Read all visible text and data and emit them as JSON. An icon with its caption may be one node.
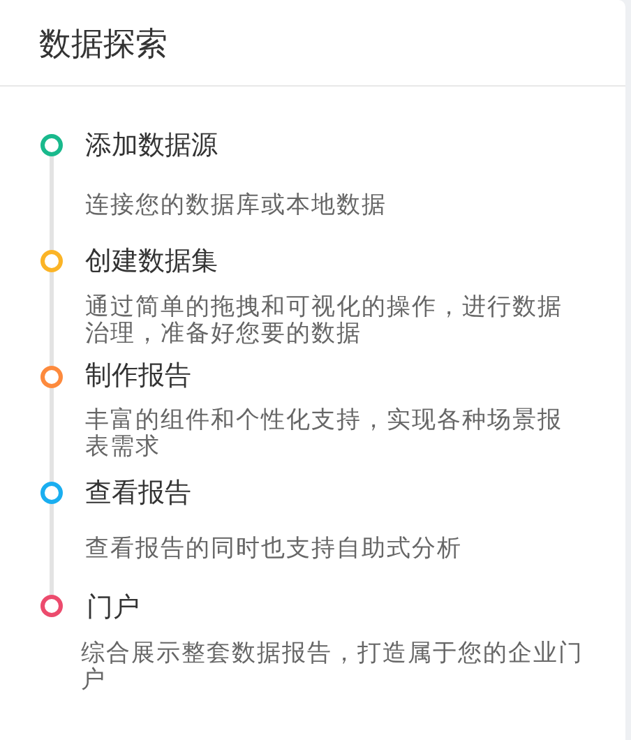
{
  "diagram": {
    "title": "数据探索",
    "nodes": [
      {
        "text": [],
        "shape": "circle",
        "beside": [
          "添加数据源",
          "连接您的数据库或本地数据"
        ]
      },
      {
        "text": [],
        "shape": "circle",
        "beside": [
          "创建数据集",
          "通过简单的拖拽和可视化的操作，进行数据治理，准备好您要的数据"
        ]
      },
      {
        "text": [],
        "shape": "circle",
        "beside": [
          "制作报告",
          "丰富的组件和个性化支持，实现各种场景报表需求"
        ]
      },
      {
        "text": [],
        "shape": "circle",
        "beside": [
          "查看报告",
          "查看报告的同时也支持自助式分析"
        ]
      },
      {
        "text": [],
        "shape": "circle",
        "beside": [
          "门户",
          "综合展示整套数据报告，打造属于您的企业门户"
        ]
      }
    ],
    "edges": [
      {
        "from": 0,
        "to": 1,
        "arrow": "none"
      },
      {
        "from": 1,
        "to": 2,
        "arrow": "none"
      },
      {
        "from": 2,
        "to": 3,
        "arrow": "none"
      },
      {
        "from": 3,
        "to": 4,
        "arrow": "none"
      }
    ]
  }
}
